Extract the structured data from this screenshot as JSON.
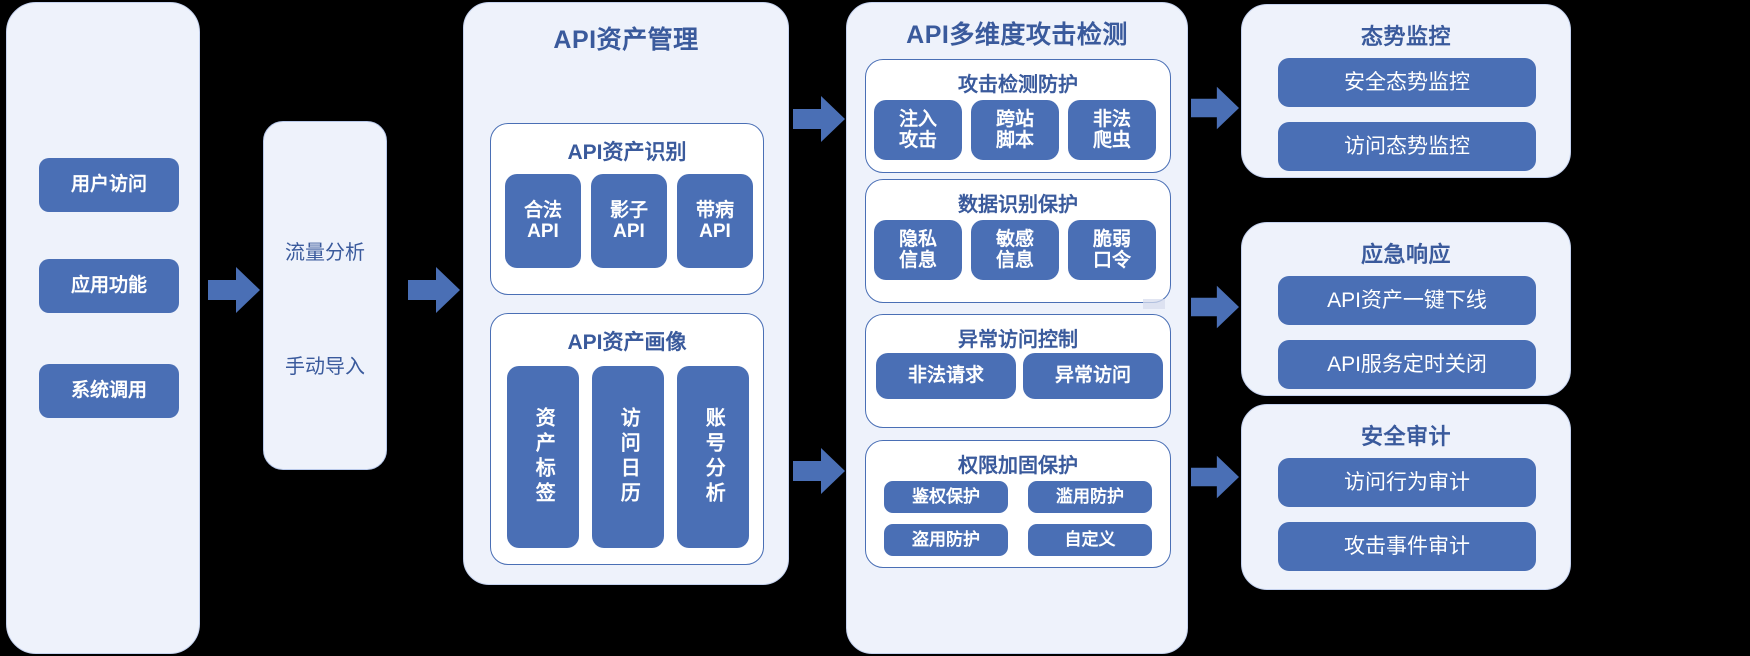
{
  "colors": {
    "accent": "#4a6fb5",
    "panel_bg": "#eef2fb",
    "subpanel_bg": "#ffffff",
    "title_text": "#3a5a9c",
    "chip_text": "#ffffff",
    "canvas_bg": "#000000"
  },
  "sources": {
    "items": [
      {
        "label": "用户访问"
      },
      {
        "label": "应用功能"
      },
      {
        "label": "系统调用"
      }
    ]
  },
  "traffic": {
    "lines": [
      {
        "label": "流量分析"
      },
      {
        "label": "手动导入"
      }
    ]
  },
  "assets": {
    "title": "API资产管理",
    "groups": [
      {
        "title": "API资产识别",
        "items": [
          {
            "label": "合法\nAPI"
          },
          {
            "label": "影子\nAPI"
          },
          {
            "label": "带病\nAPI"
          }
        ]
      },
      {
        "title": "API资产画像",
        "items": [
          {
            "label": "资产标签"
          },
          {
            "label": "访问日历"
          },
          {
            "label": "账号分析"
          }
        ]
      }
    ]
  },
  "detection": {
    "title": "API多维度攻击检测",
    "groups": [
      {
        "title": "攻击检测防护",
        "layout": "three",
        "items": [
          {
            "label": "注入\n攻击"
          },
          {
            "label": "跨站\n脚本"
          },
          {
            "label": "非法\n爬虫"
          }
        ]
      },
      {
        "title": "数据识别保护",
        "layout": "three",
        "items": [
          {
            "label": "隐私\n信息"
          },
          {
            "label": "敏感\n信息"
          },
          {
            "label": "脆弱\n口令"
          }
        ]
      },
      {
        "title": "异常访问控制",
        "layout": "two",
        "items": [
          {
            "label": "非法请求"
          },
          {
            "label": "异常访问"
          }
        ]
      },
      {
        "title": "权限加固保护",
        "layout": "quad",
        "items": [
          {
            "label": "鉴权保护"
          },
          {
            "label": "滥用防护"
          },
          {
            "label": "盗用防护"
          },
          {
            "label": "自定义"
          }
        ]
      }
    ]
  },
  "outcomes": [
    {
      "title": "态势监控",
      "items": [
        {
          "label": "安全态势监控"
        },
        {
          "label": "访问态势监控"
        }
      ]
    },
    {
      "title": "应急响应",
      "items": [
        {
          "label": "API资产一键下线"
        },
        {
          "label": "API服务定时关闭"
        }
      ]
    },
    {
      "title": "安全审计",
      "items": [
        {
          "label": "访问行为审计"
        },
        {
          "label": "攻击事件审计"
        }
      ]
    }
  ],
  "arrows": [
    {
      "name": "arrow-sources-to-traffic"
    },
    {
      "name": "arrow-traffic-to-assets"
    },
    {
      "name": "arrow-assets-to-detection"
    },
    {
      "name": "arrow-assets-to-permission"
    },
    {
      "name": "arrow-detection-to-monitoring"
    },
    {
      "name": "arrow-detection-to-response"
    },
    {
      "name": "arrow-detection-to-audit"
    }
  ]
}
